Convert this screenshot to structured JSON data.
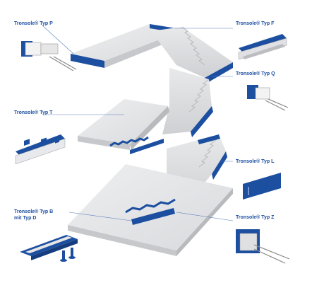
{
  "labels": {
    "typ_p": "Tronsole® Typ P",
    "typ_f": "Tronsole® Typ F",
    "typ_q": "Tronsole® Typ Q",
    "typ_t": "Tronsole® Typ T",
    "typ_l": "Tronsole® Typ L",
    "typ_b": "Tronsole® Typ B",
    "typ_b_line2": "mit Typ D",
    "typ_z": "Tronsole® Typ Z"
  },
  "colors": {
    "brand_blue": "#1c4fa0",
    "concrete": "#e3e4e6",
    "concrete_dark": "#c9cacd",
    "leader": "#5a7fbf"
  }
}
